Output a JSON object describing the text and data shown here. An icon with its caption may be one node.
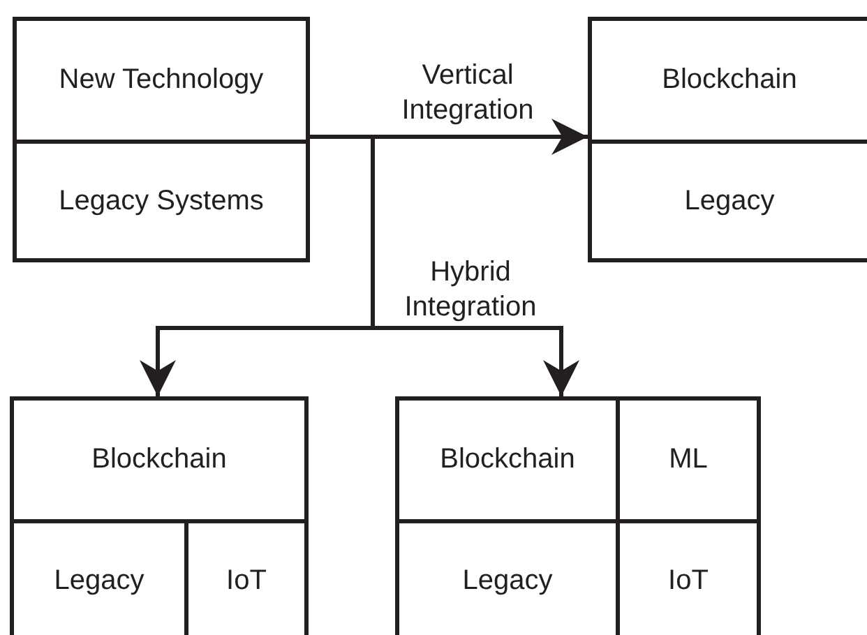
{
  "diagram": {
    "nodes": [
      {
        "text": [],
        "shape": "box"
      },
      {
        "text": [
          "New Technology"
        ],
        "in": 0
      },
      {
        "text": [
          "Legacy Systems"
        ],
        "in": 0
      },
      {
        "text": [],
        "shape": "box"
      },
      {
        "text": [
          "Blockchain"
        ],
        "in": 3
      },
      {
        "text": [
          "Legacy"
        ],
        "in": 3
      },
      {
        "text": [],
        "shape": "box"
      },
      {
        "text": [
          "Blockchain"
        ],
        "in": 6
      },
      {
        "text": [
          "Legacy"
        ],
        "in": 6
      },
      {
        "text": [
          "IoT"
        ],
        "in": 6
      },
      {
        "text": [],
        "shape": "box"
      },
      {
        "text": [
          "Blockchain"
        ],
        "in": 10
      },
      {
        "text": [
          "ML"
        ],
        "in": 10
      },
      {
        "text": [
          "Legacy"
        ],
        "in": 10
      },
      {
        "text": [
          "IoT"
        ],
        "in": 10
      }
    ],
    "edges": [
      {
        "from": 0,
        "to": 3,
        "arrow": "to",
        "label": "Vertical Integration"
      },
      {
        "from": 0,
        "to": 6,
        "arrow": "to",
        "label": "Hybrid Integration"
      },
      {
        "from": 0,
        "to": 10,
        "arrow": "to"
      }
    ]
  }
}
